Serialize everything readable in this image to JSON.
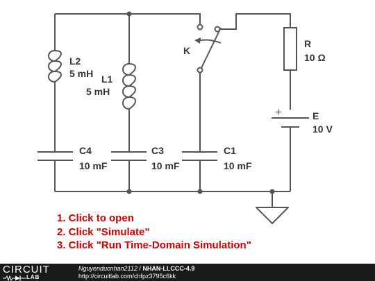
{
  "components": {
    "l2": {
      "name": "L2",
      "value": "5 mH"
    },
    "l1": {
      "name": "L1",
      "value": "5 mH"
    },
    "switch": {
      "name": "K"
    },
    "resistor": {
      "name": "R",
      "value": "10 Ω"
    },
    "source": {
      "name": "E",
      "value": "10 V",
      "polarity": "+"
    },
    "c4": {
      "name": "C4",
      "value": "10 mF"
    },
    "c3": {
      "name": "C3",
      "value": "10 mF"
    },
    "c1": {
      "name": "C1",
      "value": "10 mF"
    }
  },
  "instructions": [
    "1. Click to open",
    "2. Click \"Simulate\"",
    "3. Click \"Run Time-Domain Simulation\""
  ],
  "footer": {
    "logo_top": "CIRCUIT",
    "logo_bottom": "LAB",
    "author": "Nguyenducnhan2112",
    "separator": " / ",
    "title": "NHAN-LLCCC-4.9",
    "url": "http://circuitlab.com/chfpz3795c6kk"
  },
  "colors": {
    "wire": "#555555",
    "instruction_text": "#cc0000",
    "footer_bg": "#1a1a1a"
  }
}
